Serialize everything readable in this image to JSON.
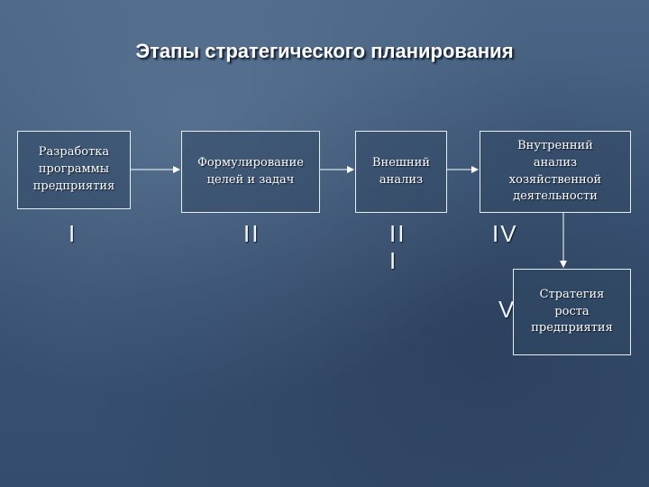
{
  "title": "Этапы стратегического планирования",
  "stages": [
    {
      "numeral": "I",
      "lines": [
        "Разработка",
        "программы",
        "предприятия"
      ]
    },
    {
      "numeral": "II",
      "lines": [
        "Формулирование",
        "целей и задач"
      ]
    },
    {
      "numeral_line1": "II",
      "numeral_line2": "I",
      "lines": [
        "Внешний",
        "анализ"
      ]
    },
    {
      "numeral": "IV",
      "lines": [
        "Внутренний",
        "анализ",
        "хозяйственной",
        "деятельности"
      ]
    },
    {
      "numeral": "V",
      "lines": [
        "Стратегия",
        "роста",
        "предприятия"
      ]
    }
  ],
  "colors": {
    "background": "#3f5878",
    "border": "#e8eef6",
    "text": "#ffffff"
  }
}
